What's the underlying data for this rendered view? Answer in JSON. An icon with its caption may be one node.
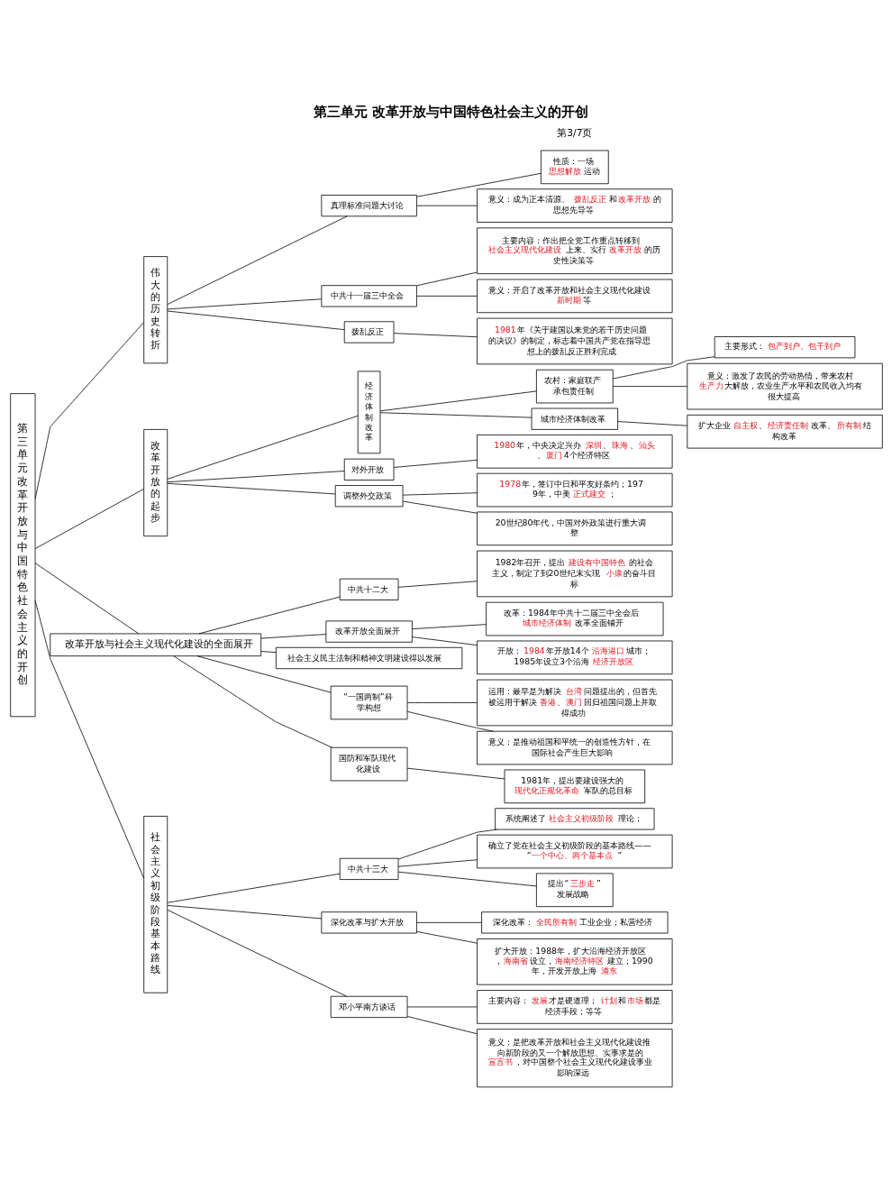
{
  "diagram": {
    "title": "第三单元 改革开放与中国特色社会主义的开创",
    "nodes": [
      {
        "text": [
          "第三单元改革开放与中国特色社会主义的开创"
        ]
      },
      {
        "text": [
          "伟大的历史转折"
        ]
      },
      {
        "text": [
          "真理标准问题大讨论"
        ]
      },
      {
        "text": [
          "性质：一场**思想解放**运动"
        ]
      },
      {
        "text": [
          "意义：成为正本清源、**拨乱反正**和**改革开放**的思想先导等"
        ]
      },
      {
        "text": [
          "中共十一届三中全会"
        ]
      },
      {
        "text": [
          "主要内容：作出把全党工作重点转移到**社会主义现代化建设**上来、实行**改革开放**的历史性决策等"
        ]
      },
      {
        "text": [
          "意义：开启了改革开放和社会主义现代化建设**新时期**等"
        ]
      },
      {
        "text": [
          "拨乱反正"
        ]
      },
      {
        "text": [
          "**1981**年《关于建国以来党的若干历史问题的决议》的制定，标志着中国共产党在指导思想上的拨乱反正胜利完成"
        ]
      },
      {
        "text": [
          "改革开放的起步"
        ]
      },
      {
        "text": [
          "经济体制改革"
        ]
      },
      {
        "text": [
          "农村：家庭联产承包责任制"
        ]
      },
      {
        "text": [
          "主要形式：**包产到户、包干到户**"
        ]
      },
      {
        "text": [
          "意义：激发了农民的劳动热情，带来农村**生产力**大解放，农业生产水平和农民收入均有很大提高"
        ]
      },
      {
        "text": [
          "城市经济体制改革"
        ]
      },
      {
        "text": [
          "扩大企业**自主权**、**经济责任制**改革、**所有制**结构改革"
        ]
      },
      {
        "text": [
          "对外开放"
        ]
      },
      {
        "text": [
          "**1980**年，中央决定兴办**深圳**、**珠海**、**汕头**、**厦门**4个经济特区"
        ]
      },
      {
        "text": [
          "调整外交政策"
        ]
      },
      {
        "text": [
          "**1978**年，签订中日和平友好条约；1979年，中美**正式建交**；"
        ]
      },
      {
        "text": [
          "20世纪80年代，中国对外政策进行重大调整"
        ]
      },
      {
        "text": [
          "改革开放与社会主义现代化建设的全面展开"
        ]
      },
      {
        "text": [
          "中共十二大"
        ]
      },
      {
        "text": [
          "1982年召开，提出**建设有中国特色**的社会主义，制定了到20世纪末实现**小康**的奋斗目标"
        ]
      },
      {
        "text": [
          "改革开放全面展开"
        ]
      },
      {
        "text": [
          "改革：1984年中共十二届三中全会后**城市经济体制**改革全面铺开"
        ]
      },
      {
        "text": [
          "开放：**1984**年开放14个**沿海港口**城市；1985年设立3个沿海**经济开放区**"
        ]
      },
      {
        "text": [
          "社会主义民主法制和精神文明建设得以发展"
        ]
      },
      {
        "text": [
          "“一国两制”科学构想"
        ]
      },
      {
        "text": [
          "运用：最早是为解决**台湾**问题提出的，但首先被运用于解决**香港**、**澳门**回归祖国问题上并取得成功"
        ]
      },
      {
        "text": [
          "意义：是推动祖国和平统一的创造性方针，在国际社会产生巨大影响"
        ]
      },
      {
        "text": [
          "国防和军队现代化建设"
        ]
      },
      {
        "text": [
          "1981年，提出要建设强大的**现代化正规化革命**军队的总目标"
        ]
      },
      {
        "text": [
          "社会主义初级阶段基本路线"
        ]
      },
      {
        "text": [
          "中共十三大"
        ]
      },
      {
        "text": [
          "系统阐述了**社会主义初级阶段**理论；"
        ]
      },
      {
        "text": [
          "确立了党在社会主义初级阶段的基本路线——“**一个中心、两个基本点**”"
        ]
      },
      {
        "text": [
          "提出“**三步走**”发展战略"
        ]
      },
      {
        "text": [
          "深化改革与扩大开放"
        ]
      },
      {
        "text": [
          "深化改革：**全民所有制**工业企业；私营经济"
        ]
      },
      {
        "text": [
          "扩大开放：1988年，扩大沿海经济开放区，**海南省**设立，**海南经济特区**建立；1990年，开发开放上海**浦东**"
        ]
      },
      {
        "text": [
          "邓小平南方谈话"
        ]
      },
      {
        "text": [
          "主要内容：**发展**才是硬道理；**计划**和**市场**都是经济手段；等等"
        ]
      },
      {
        "text": [
          "意义：是把改革开放和社会主义现代化建设推向新阶段的又一个解放思想、实事求是的**宣言书**，对中国整个社会主义现代化建设事业影响深远"
        ]
      }
    ],
    "edges": [
      {
        "from": 0,
        "to": 1,
        "arrow": "none"
      },
      {
        "from": 1,
        "to": 2,
        "arrow": "none"
      },
      {
        "from": 2,
        "to": 3,
        "arrow": "none"
      },
      {
        "from": 2,
        "to": 4,
        "arrow": "none"
      },
      {
        "from": 1,
        "to": 5,
        "arrow": "none"
      },
      {
        "from": 5,
        "to": 6,
        "arrow": "none"
      },
      {
        "from": 5,
        "to": 7,
        "arrow": "none"
      },
      {
        "from": 1,
        "to": 8,
        "arrow": "none"
      },
      {
        "from": 8,
        "to": 9,
        "arrow": "none"
      },
      {
        "from": 0,
        "to": 10,
        "arrow": "none"
      },
      {
        "from": 10,
        "to": 11,
        "arrow": "none"
      },
      {
        "from": 11,
        "to": 12,
        "arrow": "none"
      },
      {
        "from": 12,
        "to": 13,
        "arrow": "none"
      },
      {
        "from": 12,
        "to": 14,
        "arrow": "none"
      },
      {
        "from": 11,
        "to": 15,
        "arrow": "none"
      },
      {
        "from": 15,
        "to": 16,
        "arrow": "none"
      },
      {
        "from": 10,
        "to": 17,
        "arrow": "none"
      },
      {
        "from": 17,
        "to": 18,
        "arrow": "none"
      },
      {
        "from": 10,
        "to": 19,
        "arrow": "none"
      },
      {
        "from": 19,
        "to": 20,
        "arrow": "none"
      },
      {
        "from": 19,
        "to": 21,
        "arrow": "none"
      },
      {
        "from": 0,
        "to": 22,
        "arrow": "none"
      },
      {
        "from": 22,
        "to": 23,
        "arrow": "none"
      },
      {
        "from": 23,
        "to": 24,
        "arrow": "none"
      },
      {
        "from": 22,
        "to": 25,
        "arrow": "none"
      },
      {
        "from": 25,
        "to": 26,
        "arrow": "none"
      },
      {
        "from": 25,
        "to": 27,
        "arrow": "none"
      },
      {
        "from": 22,
        "to": 28,
        "arrow": "none"
      },
      {
        "from": 22,
        "to": 29,
        "arrow": "none"
      },
      {
        "from": 29,
        "to": 30,
        "arrow": "none"
      },
      {
        "from": 29,
        "to": 31,
        "arrow": "none"
      },
      {
        "from": 22,
        "to": 32,
        "arrow": "none"
      },
      {
        "from": 32,
        "to": 33,
        "arrow": "none"
      },
      {
        "from": 0,
        "to": 34,
        "arrow": "none"
      },
      {
        "from": 34,
        "to": 35,
        "arrow": "none"
      },
      {
        "from": 35,
        "to": 36,
        "arrow": "none"
      },
      {
        "from": 35,
        "to": 37,
        "arrow": "none"
      },
      {
        "from": 35,
        "to": 38,
        "arrow": "none"
      },
      {
        "from": 34,
        "to": 39,
        "arrow": "none"
      },
      {
        "from": 39,
        "to": 40,
        "arrow": "none"
      },
      {
        "from": 39,
        "to": 41,
        "arrow": "none"
      },
      {
        "from": 34,
        "to": 42,
        "arrow": "none"
      },
      {
        "from": 42,
        "to": 43,
        "arrow": "none"
      },
      {
        "from": 42,
        "to": 44,
        "arrow": "none"
      }
    ],
    "labels": [
      "第3/7页"
    ]
  }
}
